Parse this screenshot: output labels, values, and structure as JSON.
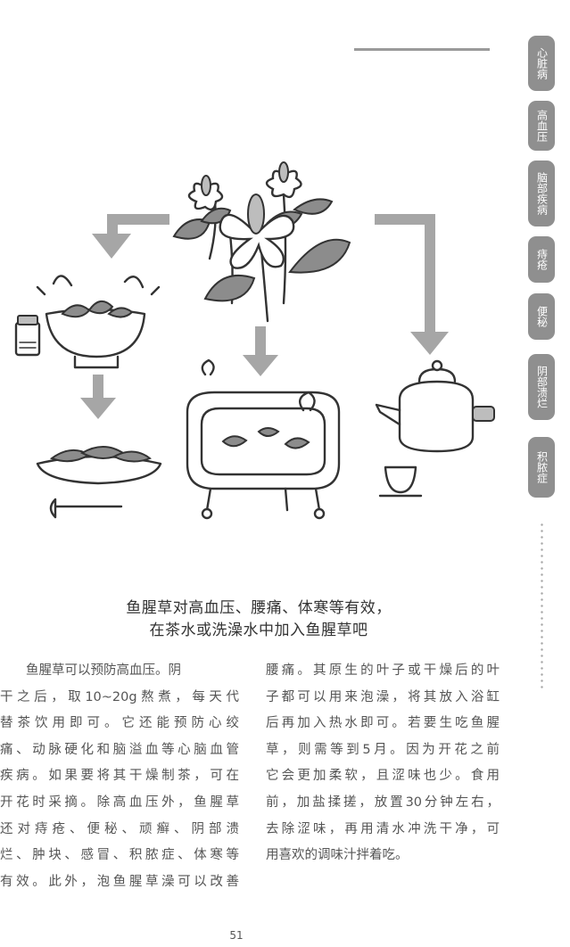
{
  "side_tabs": [
    "心脏病",
    "高血压",
    "脑部疾病",
    "痔疮",
    "便秘",
    "阴部溃烂",
    "积脓症"
  ],
  "caption": {
    "line1": "鱼腥草对高血压、腰痛、体寒等有效，",
    "line2": "在茶水或洗澡水中加入鱼腥草吧"
  },
  "body": {
    "left_lines": [
      "　　鱼腥草可以预防高血压。阴",
      "干之后，取10~20g熬煮，每天代",
      "替茶饮用即可。它还能预防心绞",
      "痛、动脉硬化和脑溢血等心脑血管",
      "疾病。如果要将其干燥制茶，可在",
      "开花时采摘。除高血压外，鱼腥草",
      "还对痔疮、便秘、顽癣、阴部溃",
      "烂、肿块、感冒、积脓症、体寒等",
      "有效。此外，泡鱼腥草澡可以改善"
    ],
    "right_lines": [
      "腰痛。其原生的叶子或干燥后的叶",
      "子都可以用来泡澡，将其放入浴缸",
      "后再加入热水即可。若要生吃鱼腥",
      "草，则需等到5月。因为开花之前",
      "它会更加柔软，且涩味也少。食用",
      "前，加盐揉搓，放置30分钟左右，",
      "去除涩味，再用清水冲洗干净，可",
      "用喜欢的调味汁拌着吃。"
    ]
  },
  "page_number": "51"
}
